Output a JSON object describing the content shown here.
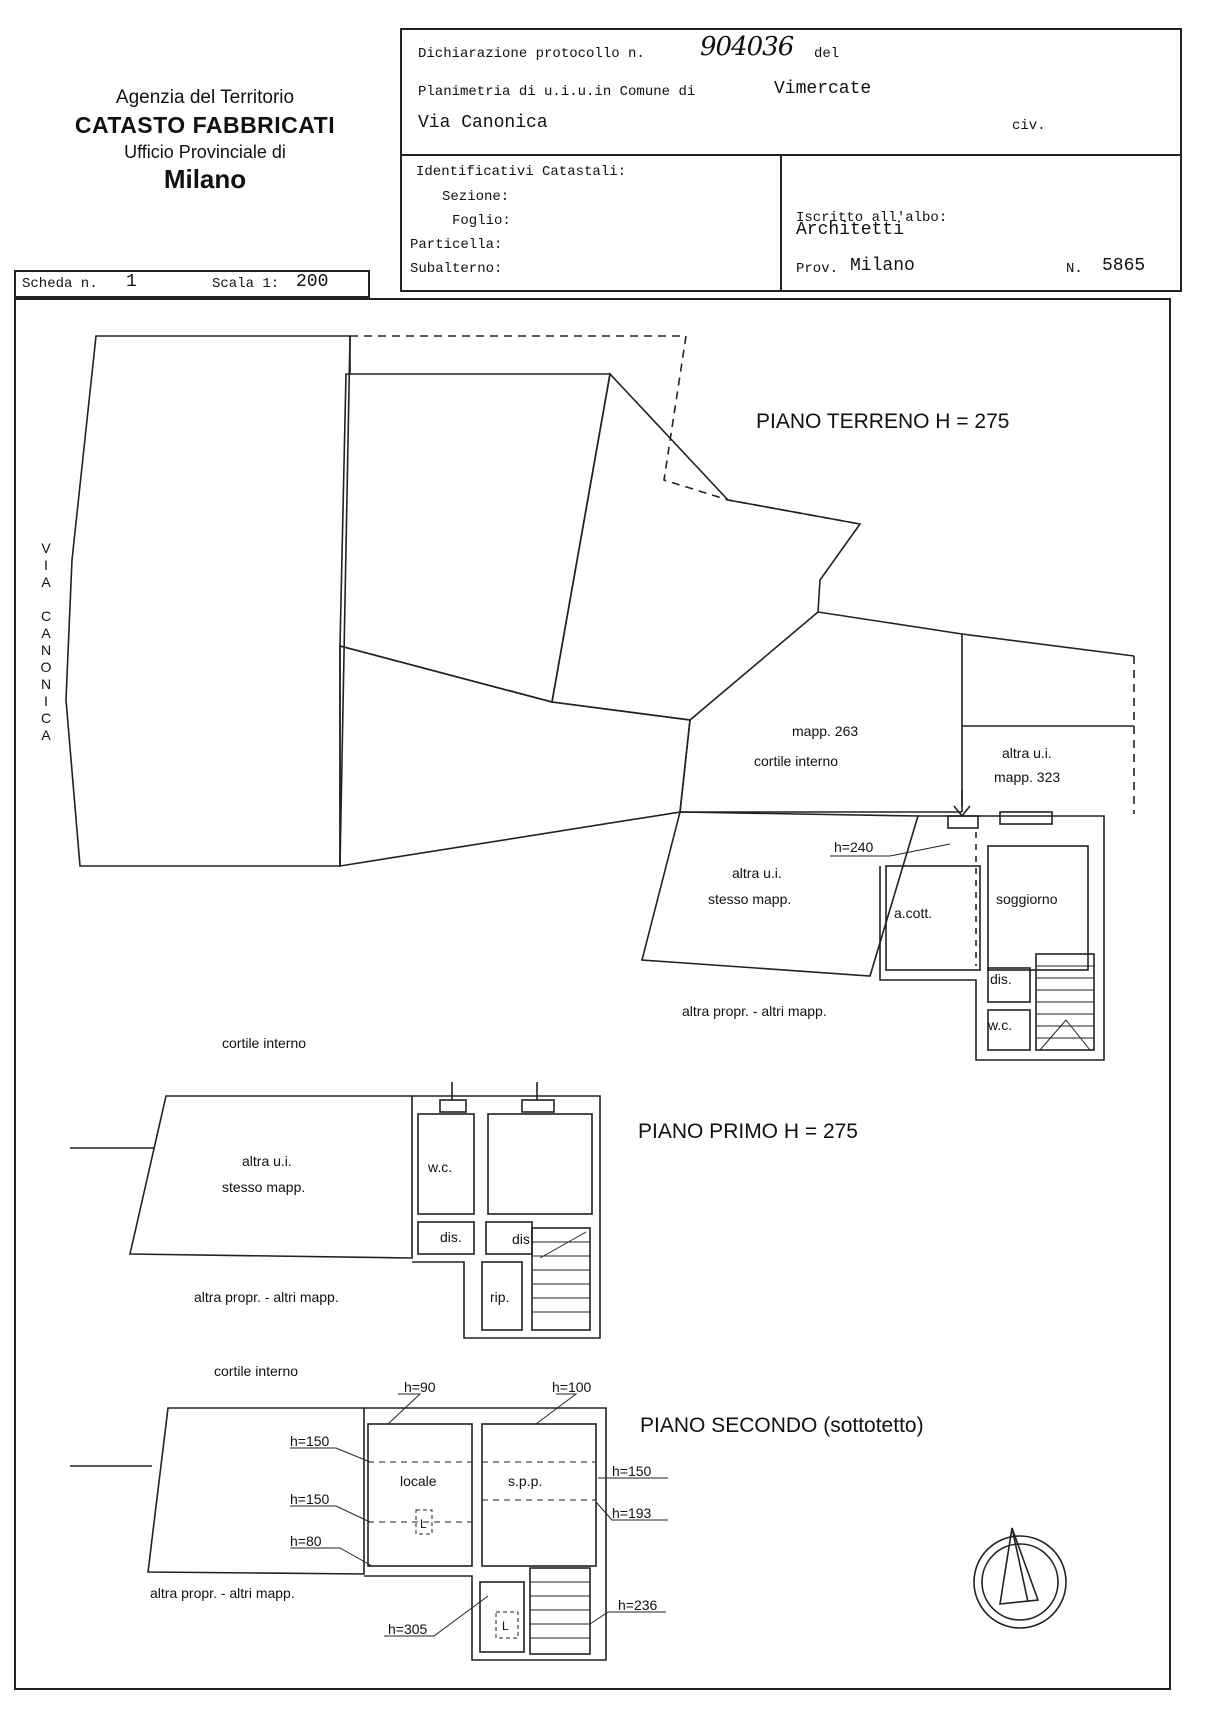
{
  "agency": {
    "line1": "Agenzia del Territorio",
    "line2": "CATASTO FABBRICATI",
    "line3": "Ufficio Provinciale di",
    "line4": "Milano"
  },
  "header": {
    "protocol_label": "Dichiarazione protocollo n.",
    "protocol_number": "904036",
    "protocol_suffix": "del",
    "plan_label": "Planimetria di u.i.u.in Comune di",
    "comune": "Vimercate",
    "street": "Via Canonica",
    "civ_label": "civ.",
    "ident_title": "Identificativi Catastali:",
    "sezione_label": "Sezione:",
    "foglio_label": "Foglio:",
    "particella_label": "Particella:",
    "subalterno_label": "Subalterno:",
    "albo_label": "Iscritto all'albo:",
    "albo_value": "Architetti",
    "prov_label": "Prov.",
    "prov_value": "Milano",
    "n_label": "N.",
    "n_value": "5865"
  },
  "scheda": {
    "label": "Scheda n.",
    "number": "1",
    "scale_label": "Scala 1:",
    "scale_value": "200"
  },
  "street_vertical": "VIA CANONICA",
  "plans": {
    "ground": {
      "title": "PIANO TERRENO H = 275",
      "labels": {
        "mapp263": "mapp. 263",
        "cortile": "cortile interno",
        "altra_ui": "altra u.i.",
        "mapp323": "mapp. 323",
        "h240": "h=240",
        "altra_ui2": "altra u.i.",
        "stesso_mapp": "stesso mapp.",
        "acott": "a.cott.",
        "soggiorno": "soggiorno",
        "dis": "dis.",
        "wc": "w.c.",
        "altra_propr": "altra propr. - altri mapp."
      }
    },
    "first": {
      "title": "PIANO PRIMO H = 275",
      "labels": {
        "cortile": "cortile interno",
        "altra_ui": "altra u.i.",
        "stesso_mapp": "stesso mapp.",
        "wc": "w.c.",
        "dis1": "dis.",
        "dis2": "dis.",
        "rip": "rip.",
        "altra_propr": "altra propr. - altri mapp."
      }
    },
    "second": {
      "title": "PIANO SECONDO (sottotetto)",
      "labels": {
        "cortile": "cortile interno",
        "h90": "h=90",
        "h100": "h=100",
        "h150a": "h=150",
        "h150b": "h=150",
        "h80": "h=80",
        "locale": "locale",
        "spp": "s.p.p.",
        "h150c": "h=150",
        "h193": "h=193",
        "h236": "h=236",
        "h305": "h=305",
        "L1": "L",
        "L2": "L",
        "altra_propr": "altra propr. - altri mapp."
      }
    }
  },
  "north_arrow_icon": "north-arrow-icon"
}
